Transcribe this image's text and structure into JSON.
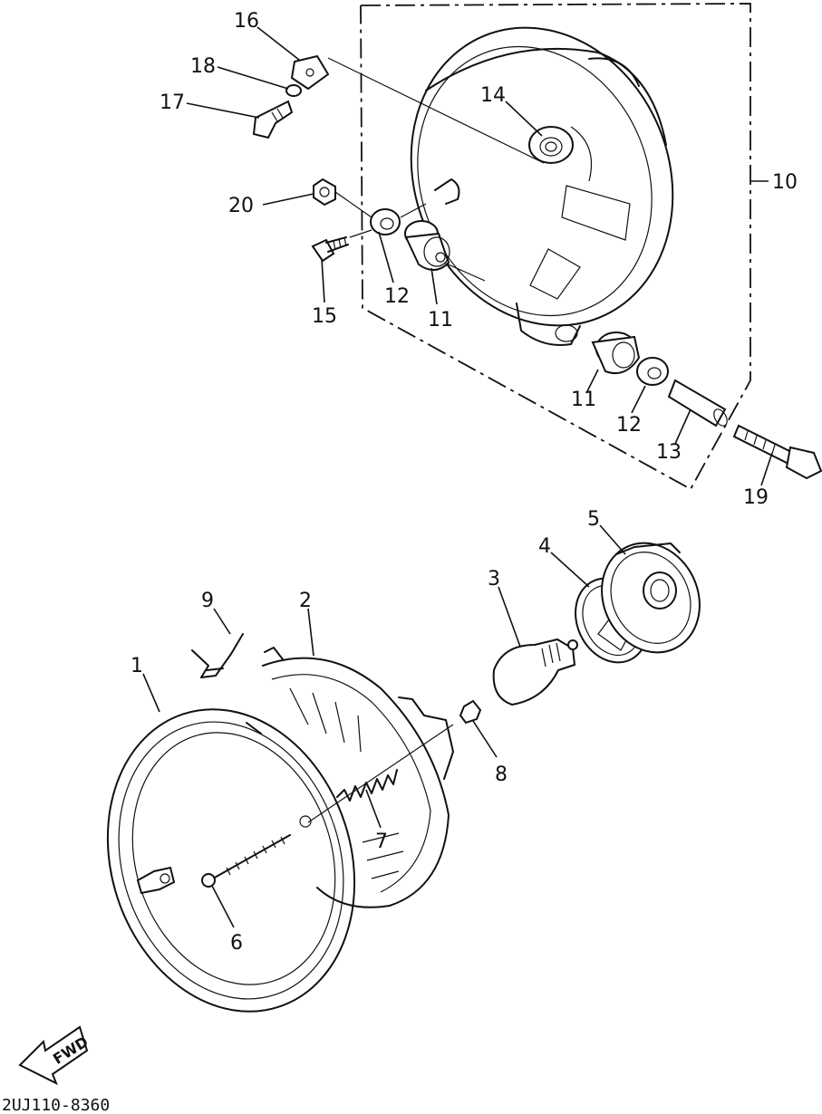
{
  "diagram": {
    "drawing_code": "2UJ110-8360",
    "fwd_label": "FWD",
    "callouts": {
      "p1": "1",
      "p2": "2",
      "p3": "3",
      "p4": "4",
      "p5": "5",
      "p6": "6",
      "p7": "7",
      "p8": "8",
      "p9": "9",
      "p10": "10",
      "p11a": "11",
      "p11b": "11",
      "p12a": "12",
      "p12b": "12",
      "p13": "13",
      "p14": "14",
      "p15": "15",
      "p16": "16",
      "p17": "17",
      "p18": "18",
      "p19": "19",
      "p20": "20"
    }
  }
}
